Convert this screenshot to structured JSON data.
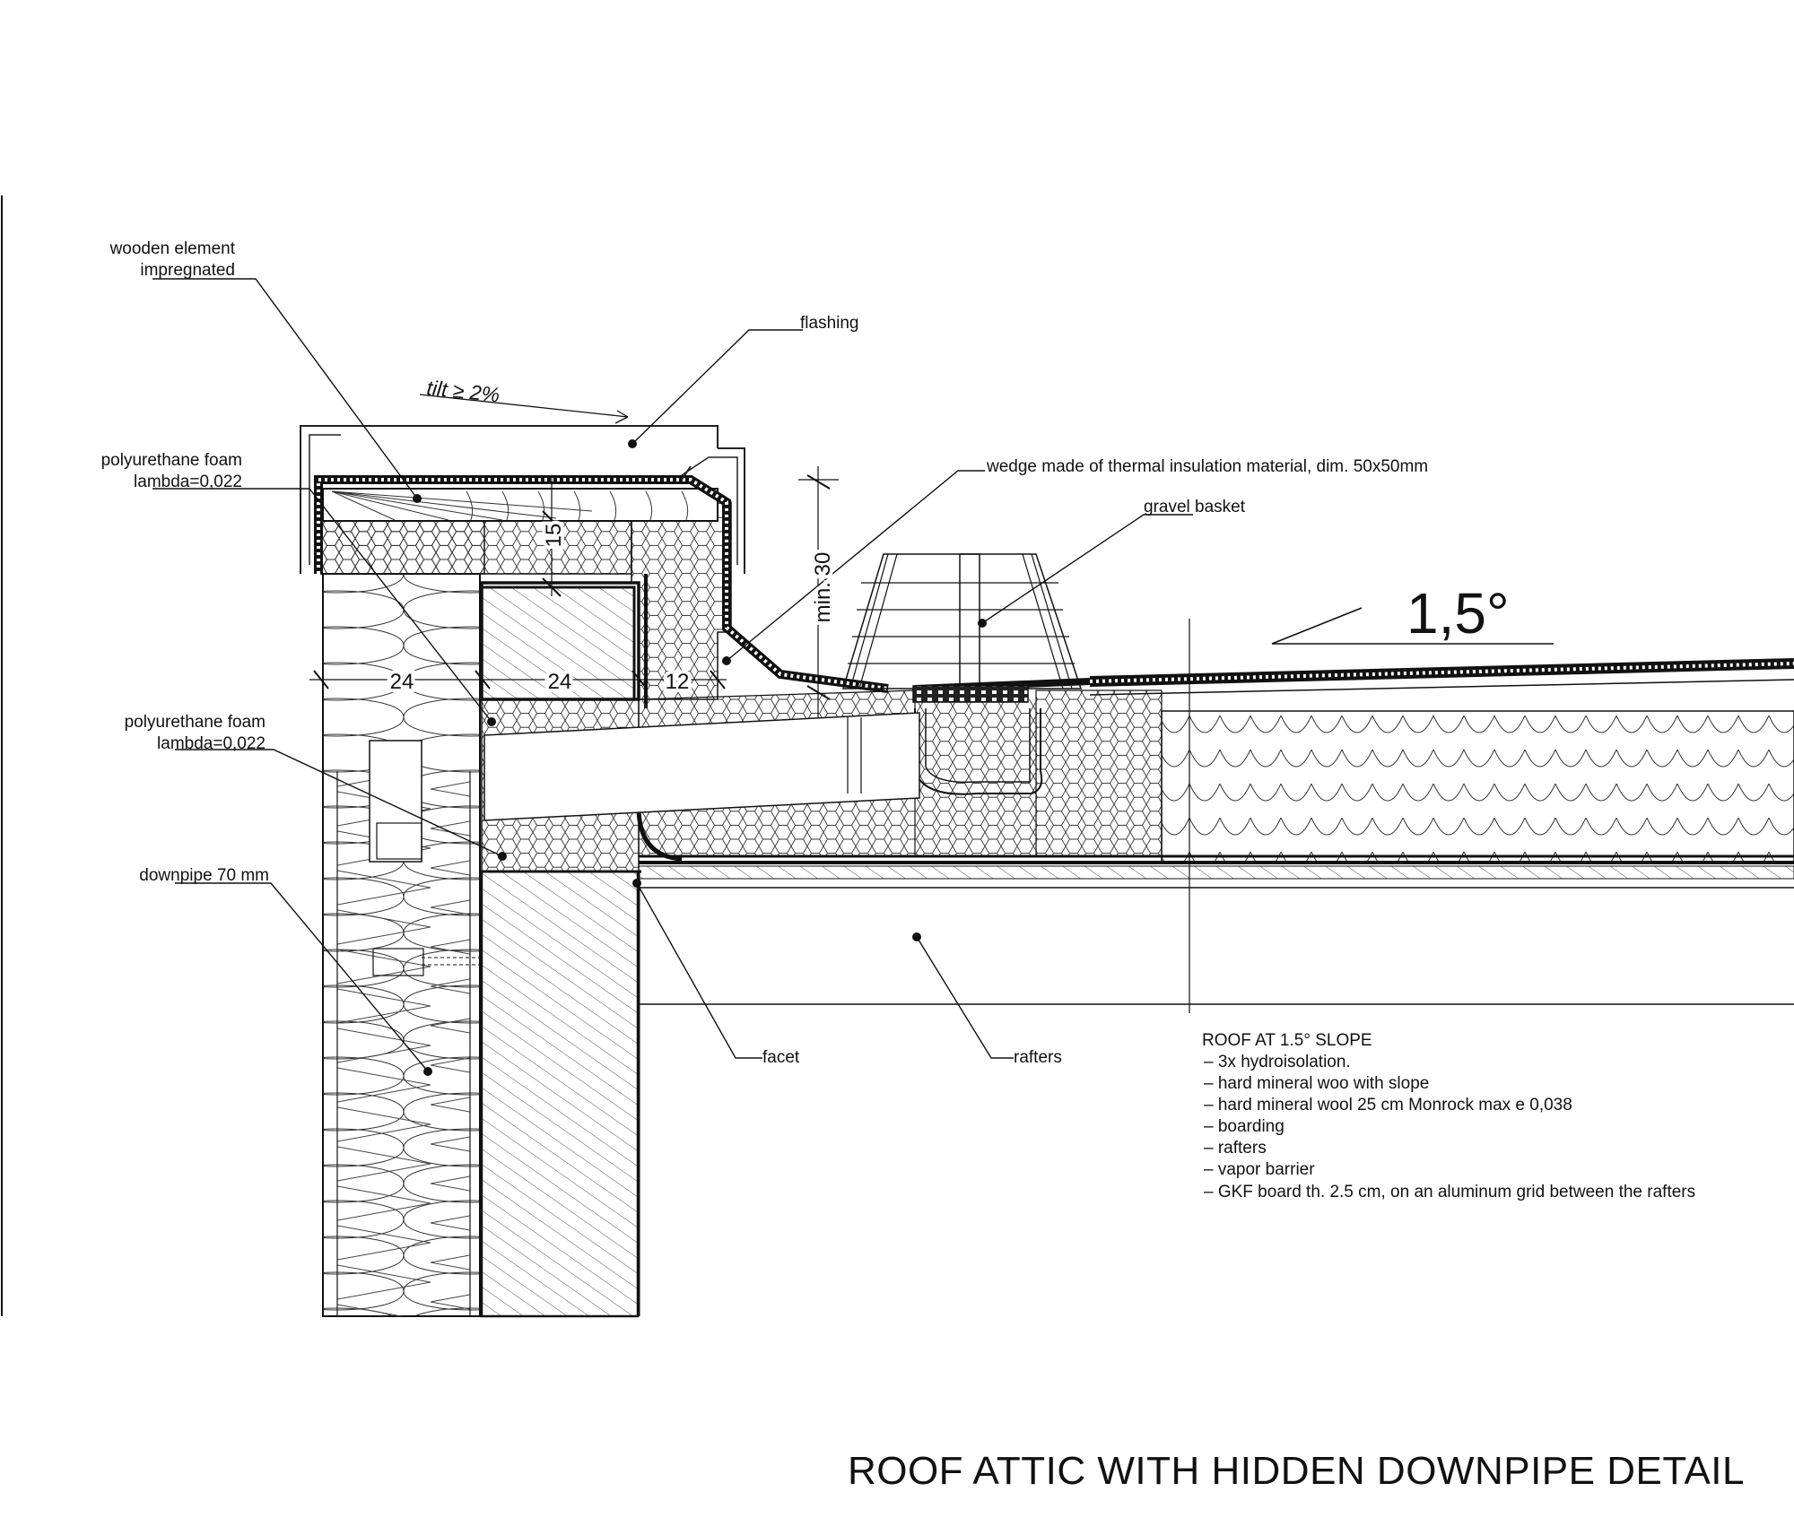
{
  "title": "ROOF ATTIC WITH HIDDEN DOWNPIPE  DETAIL",
  "labels": {
    "wooden_element_line1": "wooden  element",
    "wooden_element_line2": "impregnated",
    "flashing": "flashing",
    "tilt": "tilt ≥ 2%",
    "pu_foam_top_line1": "polyurethane  foam",
    "pu_foam_top_line2": "lambda=0,022",
    "wedge": "wedge  made  of  thermal  insulation  material,  dim.  50x50mm",
    "gravel_basket": "gravel  basket",
    "slope_angle": "1,5°",
    "pu_foam_mid_line1": "polyurethane  foam",
    "pu_foam_mid_line2": "lambda=0,022",
    "downpipe": "downpipe  70  mm",
    "facet": "facet",
    "rafters": "rafters"
  },
  "dimensions": {
    "d1": "24",
    "d2": "24",
    "d3": "12",
    "d15": "15",
    "min30": "min. 30"
  },
  "roof_spec": {
    "heading": "ROOF AT 1.5° SLOPE",
    "layers": [
      "–  3x  hydroisolation.",
      "–  hard  mineral  woo  with  slope",
      "–  hard  mineral  wool  25  cm  Monrock  max  e  0,038",
      "–  boarding",
      "–  rafters",
      "–  vapor  barrier",
      "–  GKF  board  th.  2.5  cm,  on  an  aluminum  grid  between  the  rafters"
    ]
  },
  "colors": {
    "line": "#111111",
    "background": "#ffffff"
  }
}
